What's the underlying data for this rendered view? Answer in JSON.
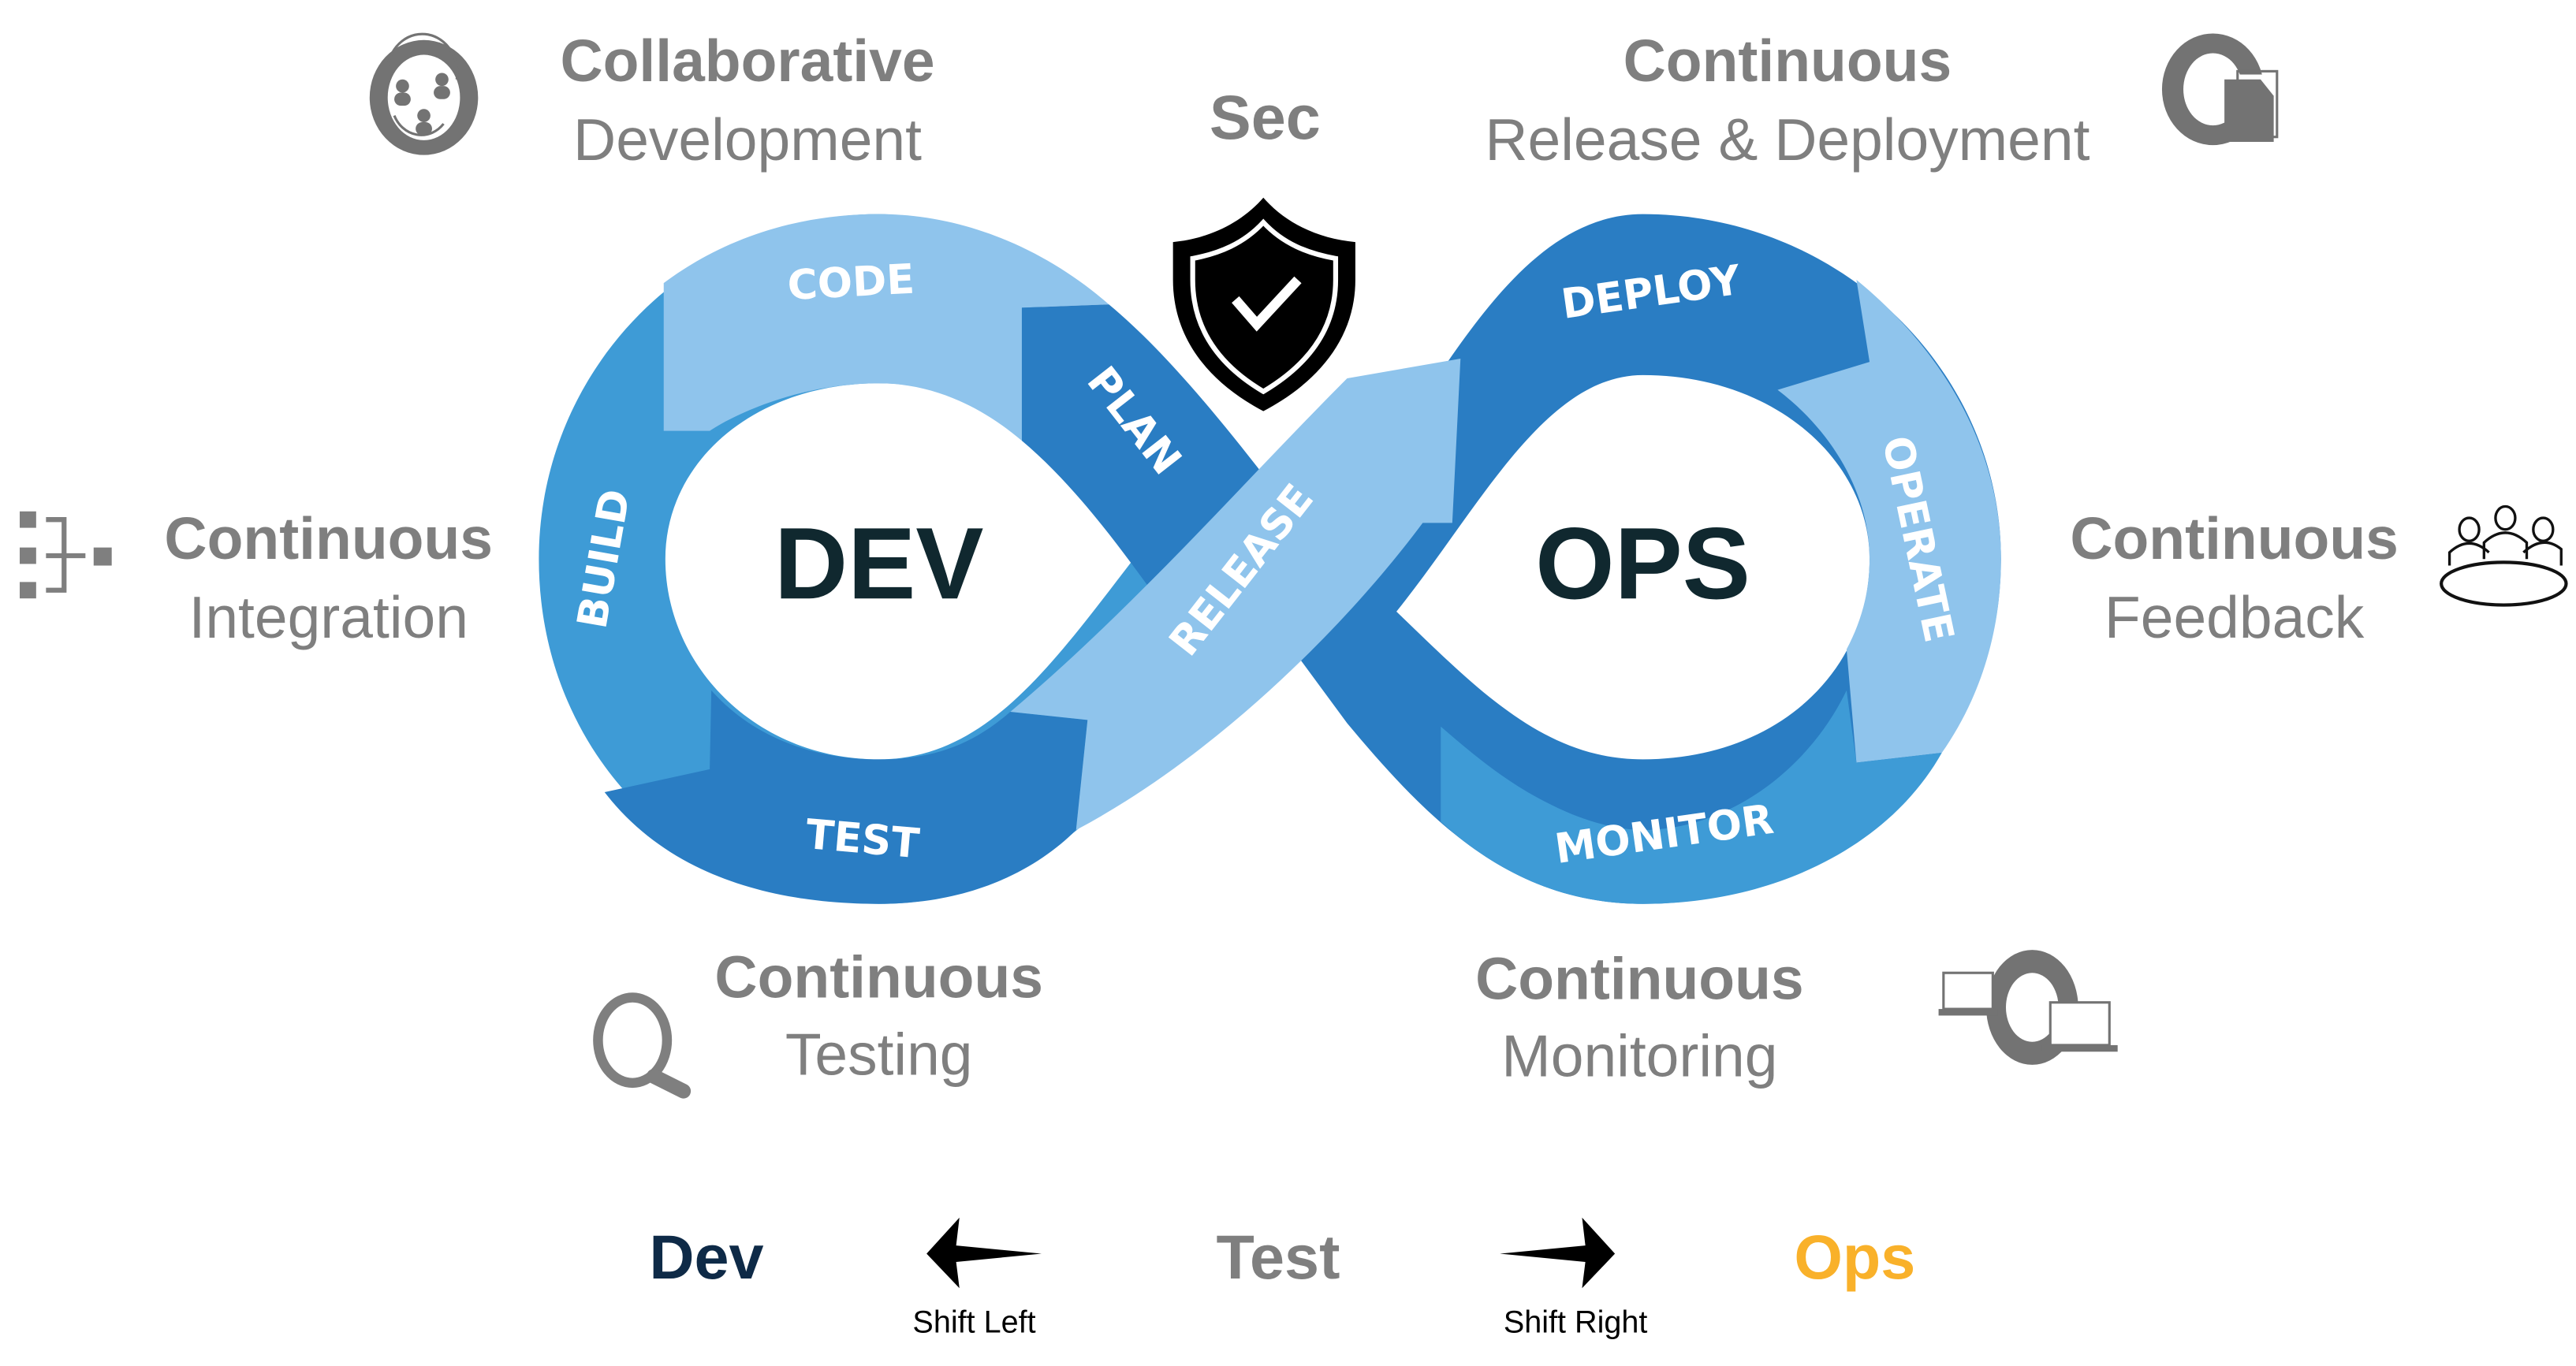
{
  "header": {
    "sec_label": "Sec"
  },
  "loop": {
    "left_label": "DEV",
    "right_label": "OPS",
    "stages": {
      "code": "CODE",
      "plan": "PLAN",
      "build": "BUILD",
      "test": "TEST",
      "release": "RELEASE",
      "deploy": "DEPLOY",
      "operate": "OPERATE",
      "monitor": "MONITOR"
    },
    "colors": {
      "dark": "#2a7dc3",
      "medium": "#3e9bd6",
      "light": "#8fc4ec",
      "hub_text": "#10282f"
    }
  },
  "practices": [
    {
      "id": "collab",
      "title": "Collaborative",
      "subtitle": "Development",
      "icon": "collaboration-cycle-icon"
    },
    {
      "id": "release",
      "title": "Continuous",
      "subtitle": "Release & Deployment",
      "icon": "release-documents-icon"
    },
    {
      "id": "integration",
      "title": "Continuous",
      "subtitle": "Integration",
      "icon": "integration-tree-icon"
    },
    {
      "id": "feedback",
      "title": "Continuous",
      "subtitle": "Feedback",
      "icon": "meeting-table-icon"
    },
    {
      "id": "testing",
      "title": "Continuous",
      "subtitle": "Testing",
      "icon": "magnifier-icon"
    },
    {
      "id": "monitoring",
      "title": "Continuous",
      "subtitle": "Monitoring",
      "icon": "monitoring-cycle-icon"
    }
  ],
  "shift": {
    "dev": "Dev",
    "test": "Test",
    "ops": "Ops",
    "shift_left": "Shift Left",
    "shift_right": "Shift Right",
    "colors": {
      "dev": "#0e2a47",
      "test": "#7f7f7f",
      "ops": "#f9b12a"
    }
  }
}
